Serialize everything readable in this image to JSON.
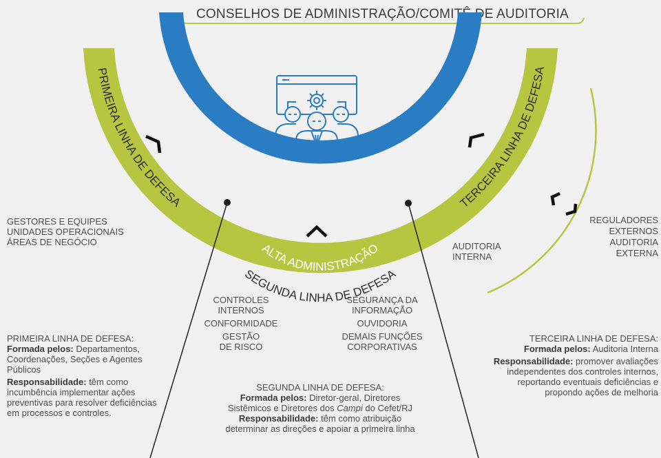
{
  "title": "CONSELHOS DE ADMINISTRAÇÃO/COMITÊ DE AUDITORIA",
  "arcs": {
    "alta": "ALTA ADMINISTRAÇÃO",
    "primeira": "PRIMEIRA LINHA DE DEFESA",
    "segunda": "SEGUNDA LINHA DE DEFESA",
    "terceira": "TERCEIRA LINHA DE DEFESA"
  },
  "colors": {
    "blue": "#2a7cc3",
    "green": "#b6c640",
    "text": "#4f4f4f"
  },
  "icons": [
    "management-team-icon",
    "chevron-icon",
    "bracket-icon"
  ],
  "left_block": [
    "GESTORES E EQUIPES",
    "UNIDADES OPERACIONAIS",
    "ÁREAS DE NEGÓCIO"
  ],
  "auditoria_interna": [
    "AUDITORIA",
    "INTERNA"
  ],
  "reguladores": [
    "REGULADORES",
    "EXTERNOS",
    "AUDITORIA",
    "EXTERNA"
  ],
  "center_left": [
    "CONTROLES",
    "INTERNOS",
    "CONFORMIDADE",
    "GESTÃO",
    "DE RISCO"
  ],
  "center_right": [
    "SEGURANÇA DA",
    "INFORMAÇÃO",
    "OUVIDORIA",
    "DEMAIS FUNÇÕES",
    "CORPORATIVAS"
  ],
  "primeira_desc": {
    "heading": "PRIMEIRA LINHA DE DEFESA:",
    "formada_label": "Formada pelos:",
    "formada_text": " Departamentos, Coordenações, Seções e Agentes Públicos",
    "resp_label": "Responsabilidade:",
    "resp_text": " têm como incumbência implementar ações preventivas para resolver deficiências em processos e controles."
  },
  "segunda_desc": {
    "heading": "SEGUNDA LINHA DE DEFESA:",
    "formada_label": "Formada pelos:",
    "formada_text_1": " Diretor-geral, Diretores Sistêmicos e Diretores dos ",
    "formada_italic": "Campi",
    "formada_text_2": " do Cefet/RJ",
    "resp_label": "Responsabilidade:",
    "resp_text": " têm como atribuição determinar as direções e apoiar a primeira linha"
  },
  "terceira_desc": {
    "heading": "TERCEIRA LINHA DE DEFESA:",
    "formada_label": "Formada pelos:",
    "formada_text": " Auditoria Interna",
    "resp_label": "Responsabilidade:",
    "resp_text": " promover avaliações independentes dos controles internos, reportando eventuais deficiências e propondo ações de melhoria"
  }
}
